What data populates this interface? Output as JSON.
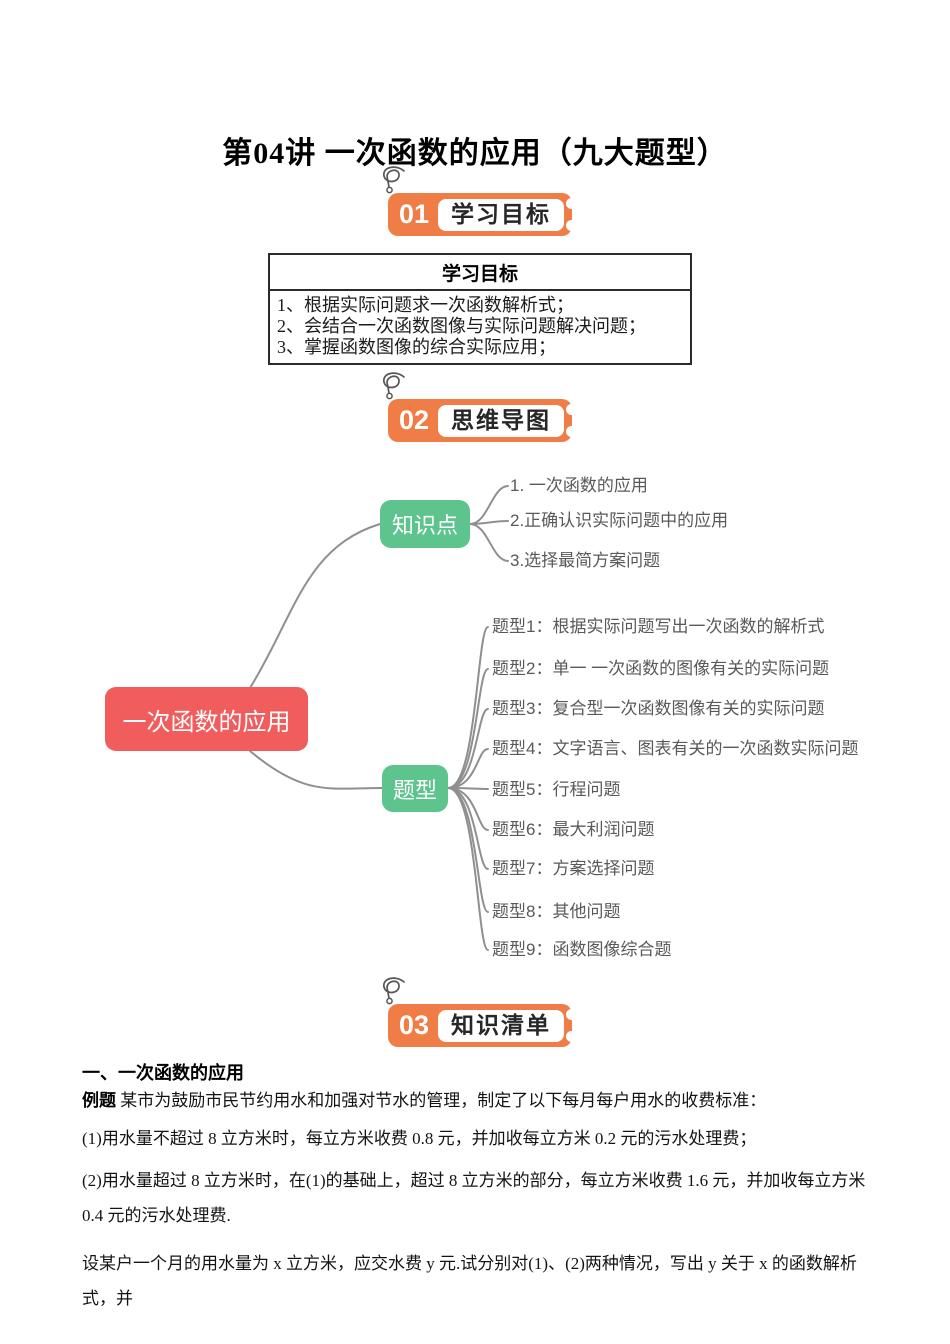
{
  "page": {
    "title": "第04讲 一次函数的应用（九大题型）"
  },
  "badges": [
    {
      "num": "01",
      "label": "学习目标"
    },
    {
      "num": "02",
      "label": "思维导图"
    },
    {
      "num": "03",
      "label": "知识清单"
    }
  ],
  "goals_table": {
    "header": "学习目标",
    "rows": [
      "1、根据实际问题求一次函数解析式；",
      "2、会结合一次函数图像与实际问题解决问题；",
      "3、掌握函数图像的综合实际应用；"
    ]
  },
  "mindmap": {
    "root": "一次函数的应用",
    "branches": [
      {
        "label": "知识点",
        "items": [
          "1. 一次函数的应用",
          "2.正确认识实际问题中的应用",
          "3.选择最简方案问题"
        ]
      },
      {
        "label": "题型",
        "items": [
          "题型1：根据实际问题写出一次函数的解析式",
          "题型2：单一 一次函数的图像有关的实际问题",
          "题型3：复合型一次函数图像有关的实际问题",
          "题型4：文字语言、图表有关的一次函数实际问题",
          "题型5：行程问题",
          "题型6：最大利润问题",
          "题型7：方案选择问题",
          "题型8：其他问题",
          "题型9：函数图像综合题"
        ]
      }
    ],
    "colors": {
      "root_node": "#f15c5c",
      "branch_node": "#5ec48e",
      "connector": "#8f8f8f",
      "badge_orange": "#f07d46"
    }
  },
  "content": {
    "section_heading": "一、一次函数的应用",
    "example_label": "例题",
    "example_intro": "某市为鼓励市民节约用水和加强对节水的管理，制定了以下每月每户用水的收费标准：",
    "para_1": "(1)用水量不超过 8 立方米时，每立方米收费 0.8 元，并加收每立方米 0.2 元的污水处理费；",
    "para_2": "(2)用水量超过 8 立方米时，在(1)的基础上，超过 8 立方米的部分，每立方米收费 1.6 元，并加收每立方米 0.4 元的污水处理费.",
    "para_3": "设某户一个月的用水量为 x 立方米，应交水费 y 元.试分别对(1)、(2)两种情况，写出 y 关于 x 的函数解析式，并"
  }
}
